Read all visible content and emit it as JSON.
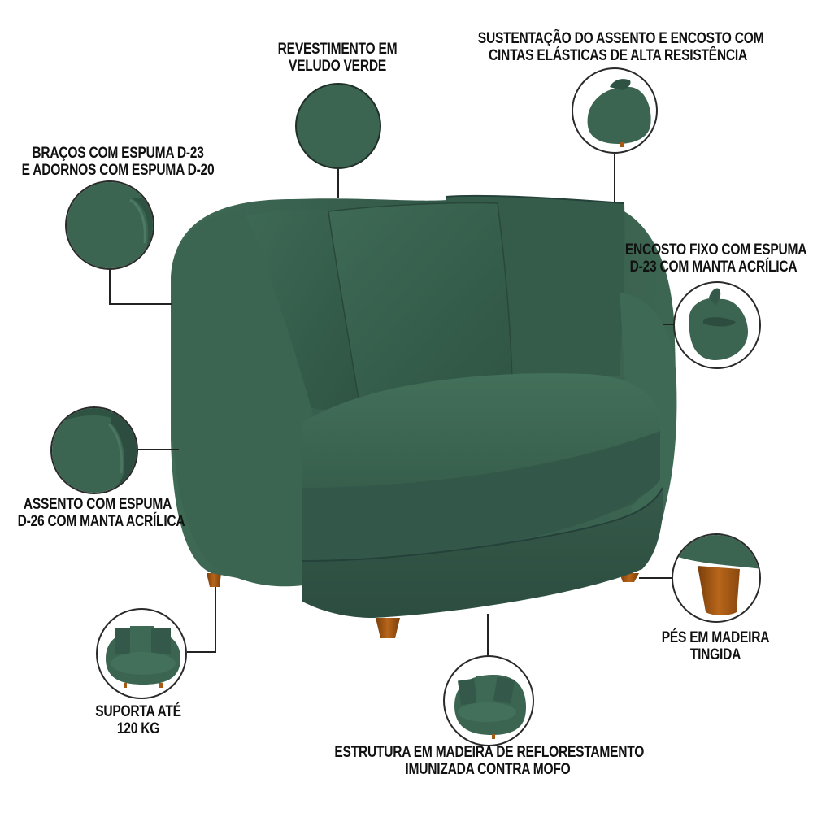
{
  "product": {
    "name": "Green velvet round armchair",
    "colors": {
      "velvet": "#3c6652",
      "velvet_dark": "#2a4a3b",
      "velvet_light": "#4d7a64",
      "wood_legs": "#a85a14",
      "callout_line": "#222222",
      "text": "#111111",
      "background": "#ffffff"
    }
  },
  "callouts": {
    "revestimento": {
      "line1": "REVESTIMENTO EM",
      "line2": "VELUDO VERDE",
      "icon": "velvet-swatch"
    },
    "sustentacao": {
      "line1": "SUSTENTAÇÃO DO ASSENTO E ENCOSTO COM",
      "line2": "CINTAS ELÁSTICAS DE ALTA RESISTÊNCIA",
      "icon": "armchair-side-view"
    },
    "bracos": {
      "line1": "BRAÇOS COM ESPUMA D-23",
      "line2": "E ADORNOS COM ESPUMA D-20",
      "icon": "arm-detail"
    },
    "encosto": {
      "line1": "ENCOSTO FIXO COM ESPUMA",
      "line2": "D-23 COM MANTA ACRÍLICA",
      "icon": "backrest-top-view"
    },
    "assento": {
      "line1": "ASSENTO COM ESPUMA",
      "line2": "D-26 COM MANTA ACRÍLICA",
      "icon": "seat-detail"
    },
    "pes": {
      "line1": "PÉS EM MADEIRA",
      "line2": "TINGIDA",
      "icon": "wood-leg"
    },
    "suporta": {
      "line1": "SUPORTA ATÉ",
      "line2": "120 KG",
      "icon": "armchair-front-view"
    },
    "estrutura": {
      "line1": "ESTRUTURA EM MADEIRA DE REFLORESTAMENTO",
      "line2": "IMUNIZADA CONTRA MOFO",
      "icon": "armchair-three-quarter-view"
    }
  }
}
